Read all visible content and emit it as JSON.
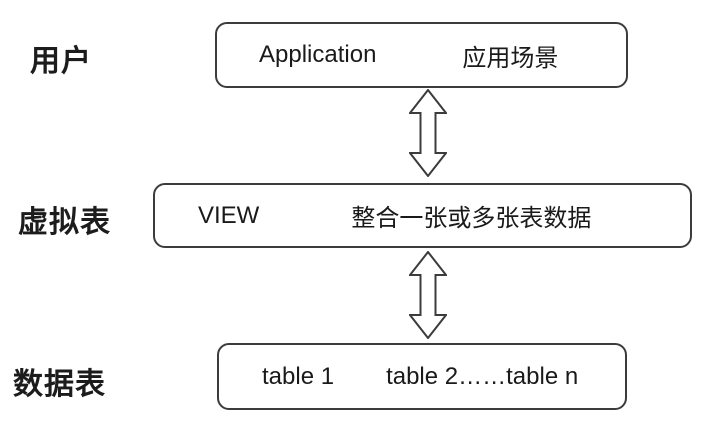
{
  "diagram": {
    "title_implicit": "",
    "colors": {
      "background": "#ffffff",
      "box_border": "#3c3c3c",
      "text": "#1a1a1a",
      "arrow_outline": "#3c3c3c",
      "arrow_fill": "#ffffff"
    },
    "rows": [
      {
        "label": "用户",
        "box": {
          "items": [
            "Application",
            "应用场景"
          ]
        }
      },
      {
        "label": "虚拟表",
        "box": {
          "items": [
            "VIEW",
            "整合一张或多张表数据"
          ]
        }
      },
      {
        "label": "数据表",
        "box": {
          "items": [
            "table 1",
            "table 2……table n"
          ]
        }
      }
    ],
    "connectors": [
      {
        "type": "double-headed-vertical-arrow",
        "from": "application-box",
        "to": "view-box"
      },
      {
        "type": "double-headed-vertical-arrow",
        "from": "view-box",
        "to": "tables-box"
      }
    ]
  }
}
